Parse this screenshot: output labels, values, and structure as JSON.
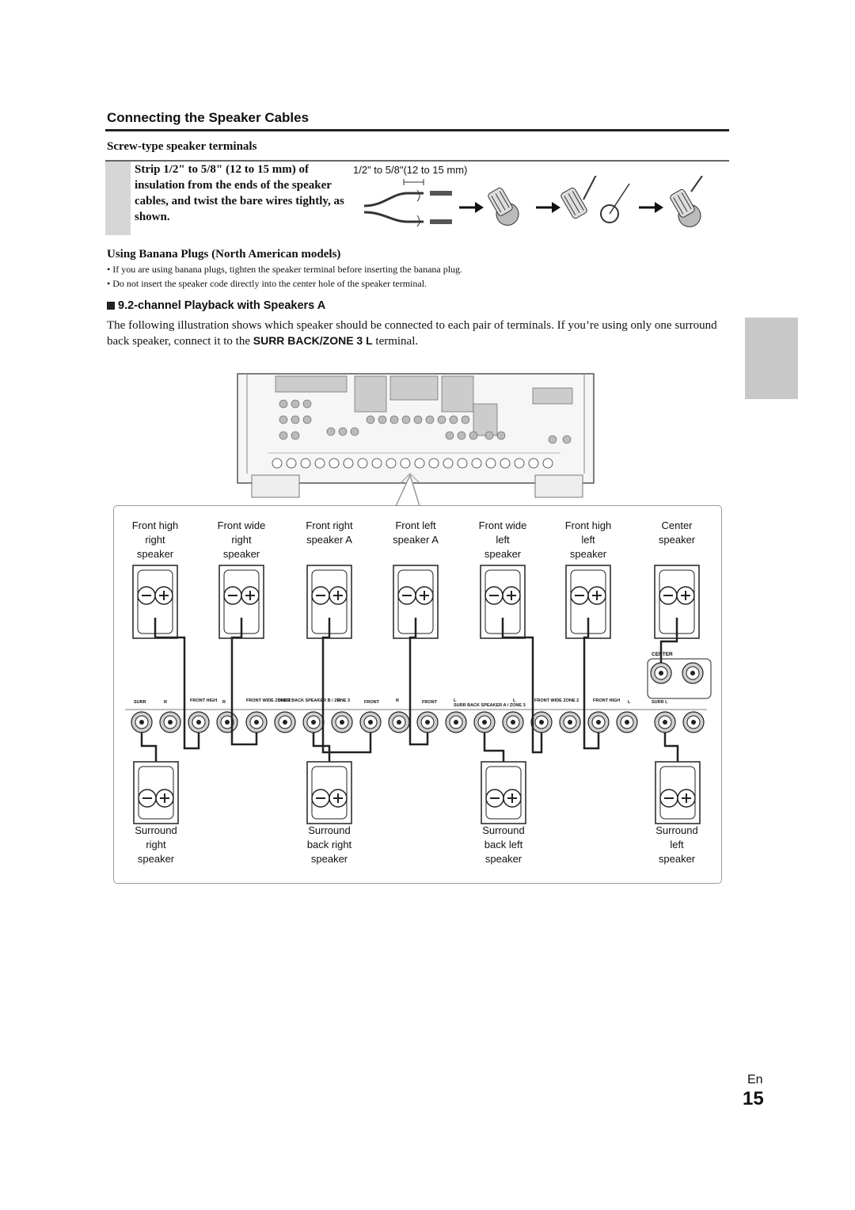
{
  "section": {
    "title": "Connecting the Speaker Cables"
  },
  "screw": {
    "title": "Screw-type speaker terminals",
    "instruction": "Strip 1/2\" to 5/8\" (12 to 15 mm) of insulation from the ends of the speaker cables, and twist the bare wires tightly, as shown.",
    "strip_label": "1/2\" to 5/8\"(12 to 15 mm)"
  },
  "banana": {
    "title": "Using Banana Plugs (North American models)",
    "bullets": [
      "If you are using banana plugs, tighten the speaker terminal before inserting the banana plug.",
      "Do not insert the speaker code directly into the center hole of the speaker terminal."
    ]
  },
  "playback": {
    "title": "9.2-channel Playback with Speakers A",
    "para_pre": "The following illustration shows which speaker should be connected to each pair of terminals. If you’re using only one surround back speaker, connect it to the ",
    "para_bold": "SURR BACK/ZONE 3 L",
    "para_post": " terminal."
  },
  "speakers_top": [
    {
      "l1": "Front high",
      "l2": "right",
      "l3": "speaker"
    },
    {
      "l1": "Front wide",
      "l2": "right",
      "l3": "speaker"
    },
    {
      "l1": "",
      "l2": "Front right",
      "l3": "speaker A"
    },
    {
      "l1": "",
      "l2": "Front left",
      "l3": "speaker A"
    },
    {
      "l1": "Front wide",
      "l2": "left",
      "l3": "speaker"
    },
    {
      "l1": "Front high",
      "l2": "left",
      "l3": "speaker"
    },
    {
      "l1": "",
      "l2": "Center",
      "l3": "speaker"
    }
  ],
  "speakers_bottom": [
    {
      "l1": "Surround",
      "l2": "right",
      "l3": "speaker"
    },
    {
      "l1": "Surround",
      "l2": "back right",
      "l3": "speaker"
    },
    {
      "l1": "Surround",
      "l2": "back left",
      "l3": "speaker"
    },
    {
      "l1": "Surround",
      "l2": "left",
      "l3": "speaker"
    }
  ],
  "terminal_labels": {
    "center": "CENTER",
    "groups": [
      {
        "a": "SURR",
        "b": "R"
      },
      {
        "a": "FRONT HIGH",
        "b": "R"
      },
      {
        "a": "FRONT WIDE ZONE 2",
        "b": ""
      },
      {
        "a": "SURR BACK SPEAKER B / ZONE 3",
        "b": "R"
      },
      {
        "a": "FRONT",
        "b": "R"
      },
      {
        "a": "FRONT",
        "b": "L"
      },
      {
        "a": "SURR BACK SPEAKER A / ZONE 3",
        "b": "L"
      },
      {
        "a": "FRONT WIDE ZONE 2",
        "b": ""
      },
      {
        "a": "FRONT HIGH",
        "b": "L"
      },
      {
        "a": "SURR L",
        "b": ""
      }
    ]
  },
  "footer": {
    "lang": "En",
    "page": "15"
  },
  "colors": {
    "rule": "#222222",
    "tab": "#c8c8c8",
    "box_border": "#999999"
  }
}
